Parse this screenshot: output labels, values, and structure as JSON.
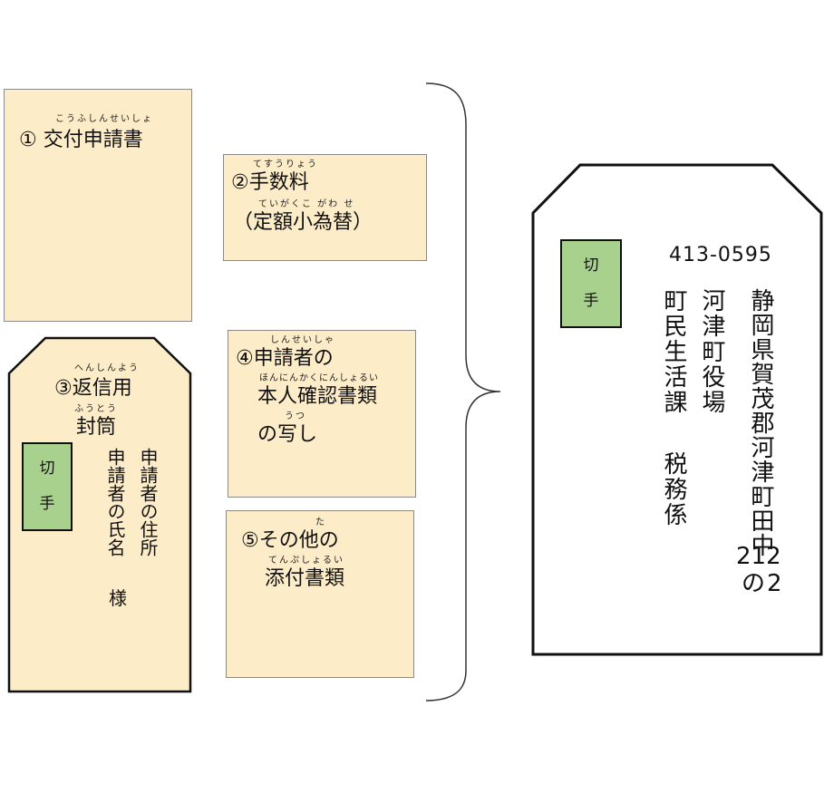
{
  "doc1": {
    "ruby": "こうふしんせいしょ",
    "label": "①  交付申請書"
  },
  "doc2": {
    "ruby1": "てすうりょう",
    "label1": "②手数料",
    "ruby2": "ていがくこ がわ せ",
    "label2": "（定額小為替）"
  },
  "doc3": {
    "ruby1": "へんしんよう",
    "label1": "③返信用",
    "ruby2": "ふうとう",
    "label2": "封筒",
    "stamp_top": "切",
    "stamp_bottom": "手",
    "addr_col1": "申請者の住所",
    "addr_col2": "申請者の氏名",
    "honorific": "様"
  },
  "doc4": {
    "ruby1": "しんせいしゃ",
    "label1": "④申請者の",
    "ruby2": "ほんにんかくにんしょるい",
    "label2": "本人確認書類",
    "ruby3": "うつ",
    "label3": "の写し"
  },
  "doc5": {
    "ruby1": "た",
    "label1": "⑤その他の",
    "ruby2": "てんぷしょるい",
    "label2": "添付書類"
  },
  "envelope": {
    "stamp_top": "切",
    "stamp_bottom": "手",
    "postal_code": "413-0595",
    "address": "静岡県賀茂郡河津町田中",
    "address_num1": "212",
    "address_num2": "の2",
    "org1": "河津町役場",
    "org2": "町民生活課",
    "section": "税務係"
  }
}
